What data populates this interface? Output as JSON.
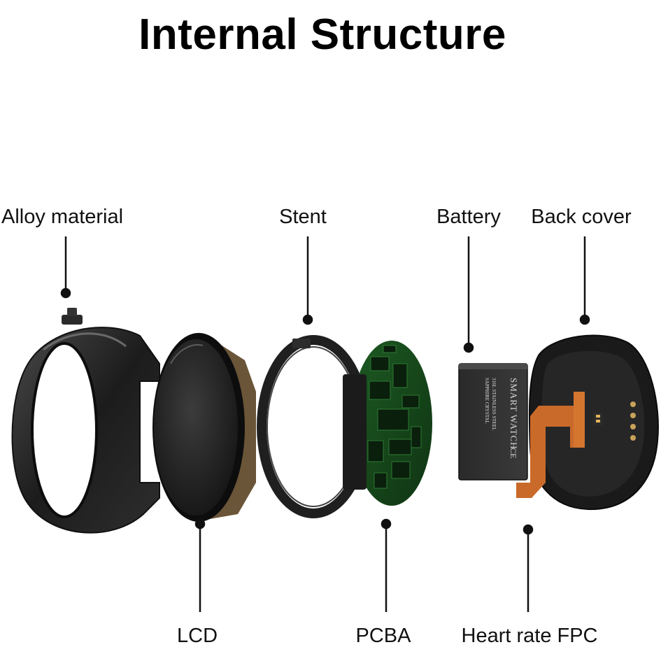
{
  "title": "Internal Structure",
  "labels": {
    "alloy": "Alloy material",
    "stent": "Stent",
    "battery": "Battery",
    "back_cover": "Back cover",
    "lcd": "LCD",
    "pcba": "PCBA",
    "heart_rate_fpc": "Heart rate FPC"
  },
  "battery_print": {
    "brand": "SMART WATCH",
    "line1": "316L STAINLESS STEEL",
    "line2": "SAPPHIRE CRYSTAL",
    "marks": "CE"
  }
}
